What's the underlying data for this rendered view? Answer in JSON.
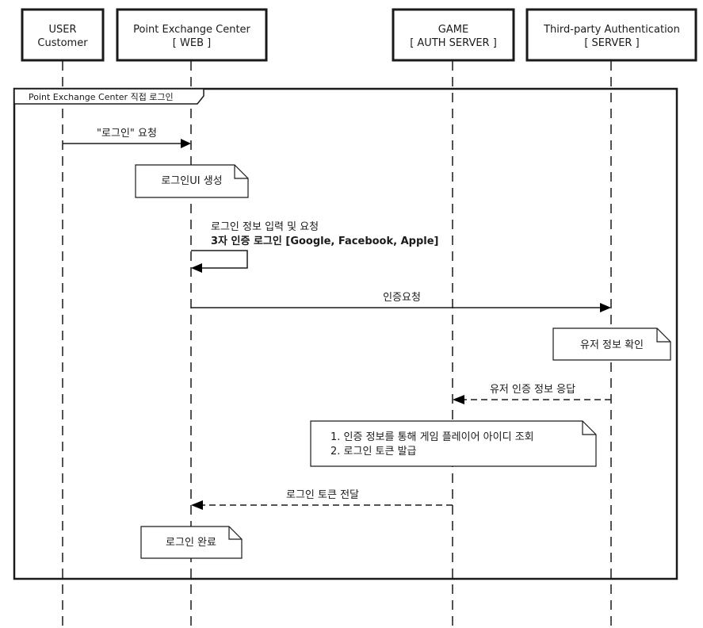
{
  "participants": [
    {
      "id": "user",
      "line1": "USER",
      "line2": "Customer"
    },
    {
      "id": "web",
      "line1": "Point Exchange Center",
      "line2": "[ WEB ]"
    },
    {
      "id": "game",
      "line1": "GAME",
      "line2": "[ AUTH SERVER ]"
    },
    {
      "id": "third",
      "line1": "Third-party Authentication",
      "line2": "[ SERVER ]"
    }
  ],
  "frame": {
    "label": "Point Exchange Center 직접 로그인"
  },
  "messages": [
    {
      "id": "m1",
      "from": "user",
      "to": "web",
      "style": "solid",
      "label": "\"로그인\" 요청"
    },
    {
      "id": "m2",
      "from": "web",
      "to": "web",
      "style": "solid",
      "self": true,
      "label_line1": "로그인 정보 입력 및 요청",
      "label_line2": "3자 인증 로그인 [Google, Facebook, Apple]"
    },
    {
      "id": "m3",
      "from": "web",
      "to": "third",
      "style": "solid",
      "label": "인증요청"
    },
    {
      "id": "m4",
      "from": "third",
      "to": "game",
      "style": "dashed",
      "label": "유저 인증 정보 응답"
    },
    {
      "id": "m5",
      "from": "game",
      "to": "web",
      "style": "dashed",
      "label": "로그인 토큰 전달"
    }
  ],
  "notes": [
    {
      "id": "n1",
      "on": "web",
      "lines": [
        "로그인UI 생성"
      ]
    },
    {
      "id": "n2",
      "on": "third",
      "lines": [
        "유저 정보 확인"
      ]
    },
    {
      "id": "n3",
      "on": "game",
      "lines": [
        "1. 인증 정보를 통해 게임 플레이어 아이디 조회",
        "2. 로그인 토큰 발급"
      ]
    },
    {
      "id": "n4",
      "on": "web",
      "lines": [
        "로그인 완료"
      ]
    }
  ]
}
